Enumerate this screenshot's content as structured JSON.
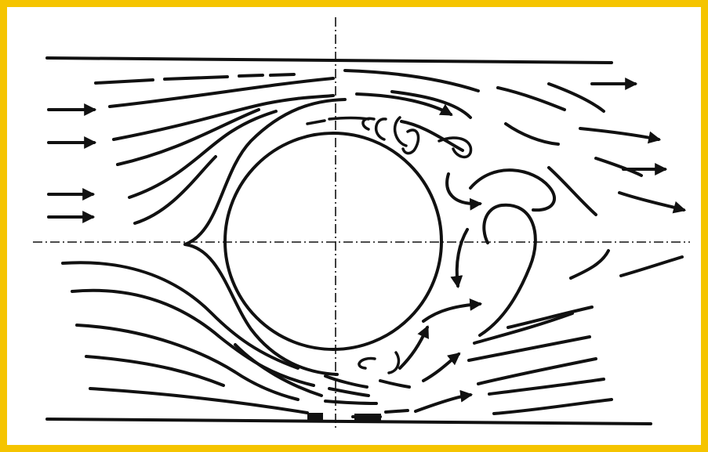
{
  "figure": {
    "subject": "flow-around-cylinder-in-channel",
    "colors": {
      "frame": "#f5c400",
      "background": "#ffffff",
      "ink": "#111111"
    },
    "elements": [
      "channel-walls",
      "cylinder",
      "centerlines",
      "upstream-streamlines",
      "wake-vortices",
      "flow-arrows"
    ]
  }
}
